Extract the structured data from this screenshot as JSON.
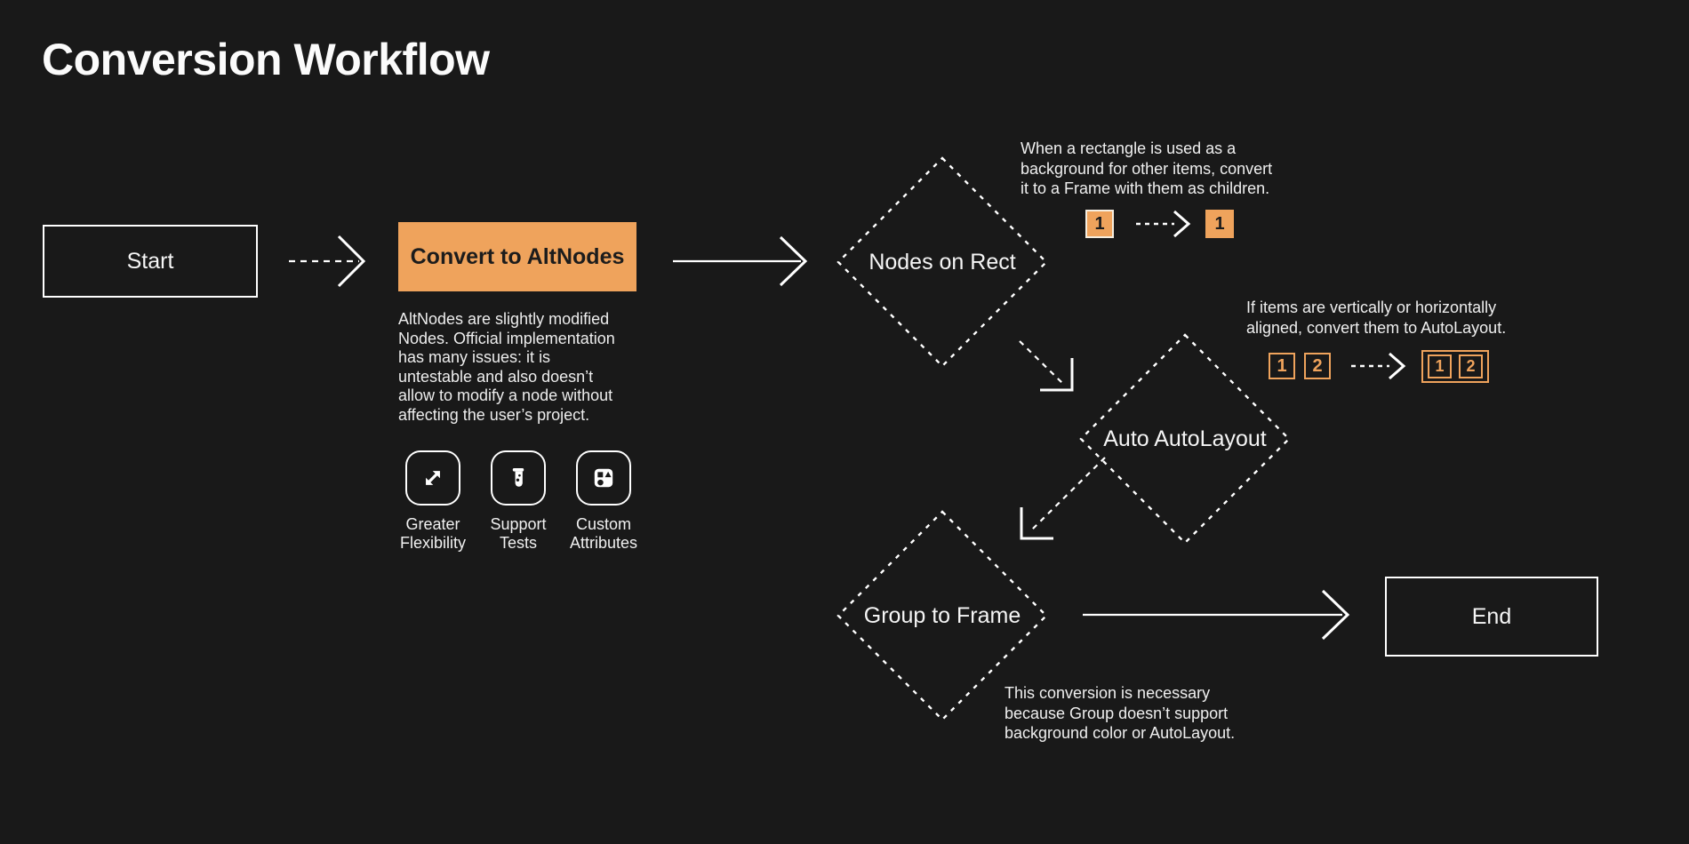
{
  "title": "Conversion Workflow",
  "colors": {
    "background": "#191919",
    "accent": "#EFA35C",
    "stroke": "#FFFFFF",
    "dark_text": "#1C1C1C"
  },
  "nodes": {
    "start": {
      "label": "Start"
    },
    "convert": {
      "label": "Convert to AltNodes",
      "description": [
        "AltNodes are slightly modified",
        "Nodes. Official implementation",
        "has many issues: it is",
        "untestable and also doesn’t",
        "allow to modify a node without",
        "affecting the user’s project."
      ],
      "features": [
        {
          "icon": "expand-icon",
          "lines": [
            "Greater",
            "Flexibility"
          ]
        },
        {
          "icon": "test-tube-icon",
          "lines": [
            "Support",
            "Tests"
          ]
        },
        {
          "icon": "shapes-icon",
          "lines": [
            "Custom",
            "Attributes"
          ]
        }
      ]
    },
    "nodes_on_rect": {
      "label": "Nodes on Rect"
    },
    "auto_autolayout": {
      "label": "Auto AutoLayout"
    },
    "group_to_frame": {
      "label": "Group to Frame"
    },
    "end": {
      "label": "End"
    }
  },
  "annotations": {
    "rect_to_frame": {
      "lines": [
        "When a rectangle is used as a",
        "background for other items, convert",
        "it to a Frame with them as children."
      ],
      "before_badge": "1",
      "after_badge": "1"
    },
    "autolayout": {
      "lines": [
        "If items are vertically or horizontally",
        "aligned, convert them to AutoLayout."
      ],
      "badges_before": [
        "1",
        "2"
      ],
      "badges_after": [
        "1",
        "2"
      ]
    },
    "group_frame": {
      "lines": [
        "This conversion is necessary",
        "because Group doesn’t support",
        "background color or AutoLayout."
      ]
    }
  }
}
